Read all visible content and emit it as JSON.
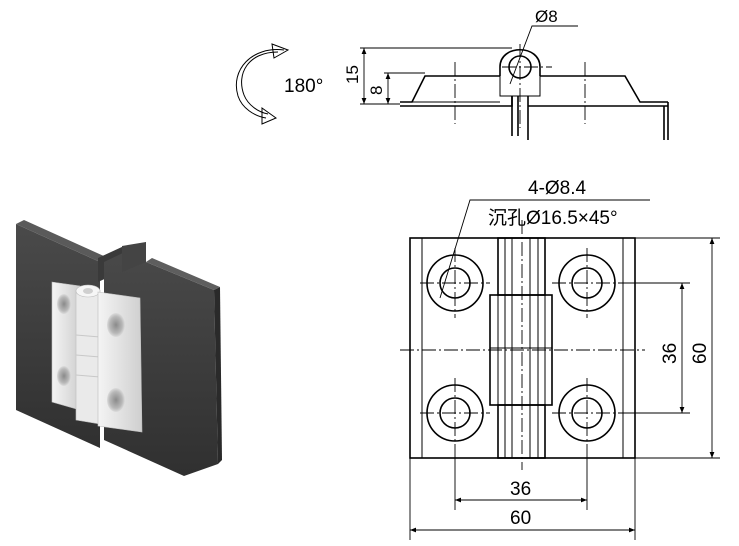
{
  "rotation": {
    "label": "180°"
  },
  "side_view": {
    "pin_diameter": "Ø8",
    "height_total": "15",
    "height_leaf": "8"
  },
  "front_view": {
    "hole_spec": "4-Ø8.4",
    "countersink_spec": "沉孔Ø16.5×45°",
    "hole_spacing_vertical": "36",
    "height": "60",
    "hole_spacing_horizontal": "36",
    "width": "60"
  },
  "colors": {
    "line": "#000000",
    "frame_dark": "#3e3e3e",
    "hinge_light": "#e8e8e8"
  }
}
